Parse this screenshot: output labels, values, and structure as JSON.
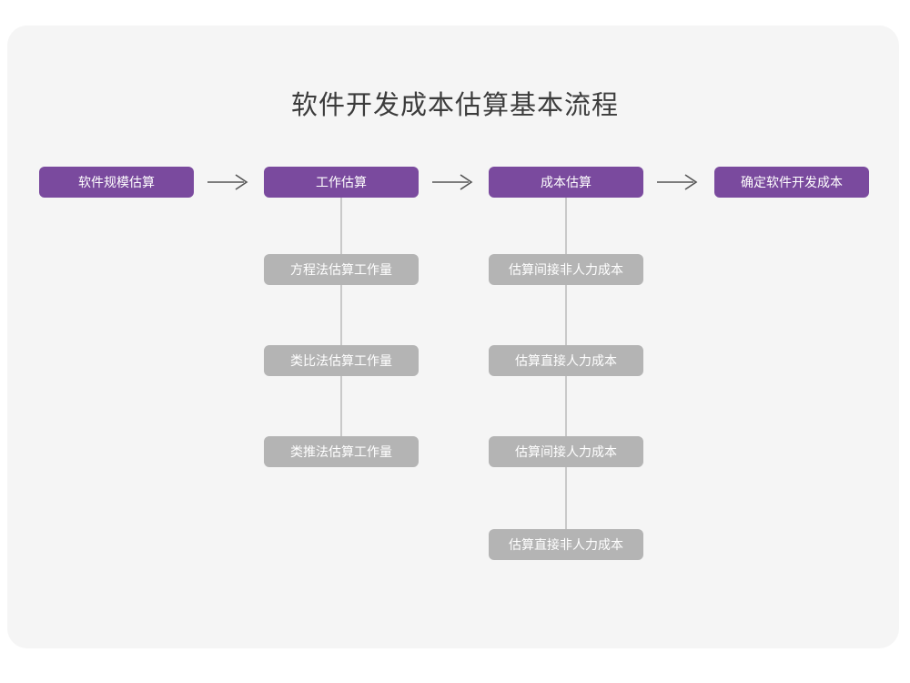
{
  "title": "软件开发成本估算基本流程",
  "colors": {
    "primary": "#7a4a9e",
    "secondary": "#b4b4b4",
    "card_background": "#f5f5f5",
    "page_background": "#ffffff",
    "connector": "#c9c9c9",
    "arrow": "#555555",
    "title_text": "#3c3c3c"
  },
  "flow": {
    "steps": [
      {
        "label": "软件规模估算",
        "arrow_after": "→",
        "substeps": []
      },
      {
        "label": "工作估算",
        "arrow_after": "→",
        "substeps": [
          "方程法估算工作量",
          "类比法估算工作量",
          "类推法估算工作量"
        ]
      },
      {
        "label": "成本估算",
        "arrow_after": "→",
        "substeps": [
          "估算间接非人力成本",
          "估算直接人力成本",
          "估算间接人力成本",
          "估算直接非人力成本"
        ]
      },
      {
        "label": "确定软件开发成本",
        "arrow_after": "",
        "substeps": []
      }
    ]
  },
  "chart_data": {
    "type": "diagram",
    "title": "软件开发成本估算基本流程",
    "nodes": [
      {
        "id": "n1",
        "label": "软件规模估算",
        "level": "main",
        "column": 1
      },
      {
        "id": "n2",
        "label": "工作估算",
        "level": "main",
        "column": 2
      },
      {
        "id": "n3",
        "label": "成本估算",
        "level": "main",
        "column": 3
      },
      {
        "id": "n4",
        "label": "确定软件开发成本",
        "level": "main",
        "column": 4
      },
      {
        "id": "n2a",
        "label": "方程法估算工作量",
        "level": "sub",
        "parent": "n2"
      },
      {
        "id": "n2b",
        "label": "类比法估算工作量",
        "level": "sub",
        "parent": "n2"
      },
      {
        "id": "n2c",
        "label": "类推法估算工作量",
        "level": "sub",
        "parent": "n2"
      },
      {
        "id": "n3a",
        "label": "估算间接非人力成本",
        "level": "sub",
        "parent": "n3"
      },
      {
        "id": "n3b",
        "label": "估算直接人力成本",
        "level": "sub",
        "parent": "n3"
      },
      {
        "id": "n3c",
        "label": "估算间接人力成本",
        "level": "sub",
        "parent": "n3"
      },
      {
        "id": "n3d",
        "label": "估算直接非人力成本",
        "level": "sub",
        "parent": "n3"
      }
    ],
    "edges": [
      {
        "from": "n1",
        "to": "n2",
        "style": "arrow"
      },
      {
        "from": "n2",
        "to": "n3",
        "style": "arrow"
      },
      {
        "from": "n3",
        "to": "n4",
        "style": "arrow"
      },
      {
        "from": "n2",
        "to": "n2a",
        "style": "line"
      },
      {
        "from": "n2a",
        "to": "n2b",
        "style": "line"
      },
      {
        "from": "n2b",
        "to": "n2c",
        "style": "line"
      },
      {
        "from": "n3",
        "to": "n3a",
        "style": "line"
      },
      {
        "from": "n3a",
        "to": "n3b",
        "style": "line"
      },
      {
        "from": "n3b",
        "to": "n3c",
        "style": "line"
      },
      {
        "from": "n3c",
        "to": "n3d",
        "style": "line"
      }
    ]
  }
}
